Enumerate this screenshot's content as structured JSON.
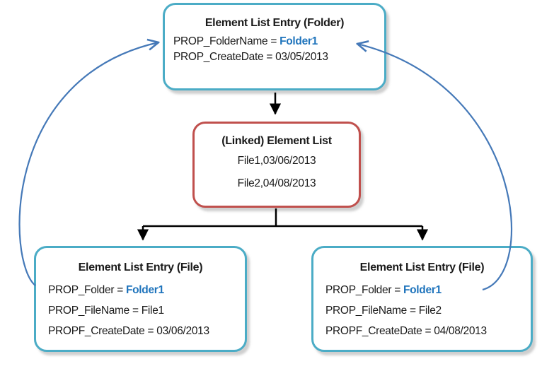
{
  "colors": {
    "teal_border": "#4BACC6",
    "red_border": "#C0504D",
    "connector_blue": "#4579B8",
    "highlight_blue": "#1F74BC",
    "connector_black": "#000000"
  },
  "nodes": {
    "folder_entry": {
      "title": "Element List Entry (Folder)",
      "props": [
        {
          "label": "PROP_FolderName = ",
          "value": "Folder1"
        },
        {
          "label": "PROP_CreateDate = 03/05/2013",
          "value": ""
        }
      ]
    },
    "linked_element_list": {
      "title": "(Linked) Element List",
      "rows": [
        "File1,03/06/2013",
        "File2,04/08/2013"
      ]
    },
    "file_entry_1": {
      "title": "Element List Entry (File)",
      "props": [
        {
          "label": "PROP_Folder = ",
          "value": "Folder1"
        },
        {
          "label": "PROP_FileName = File1",
          "value": ""
        },
        {
          "label": "PROPF_CreateDate = 03/06/2013",
          "value": ""
        }
      ]
    },
    "file_entry_2": {
      "title": "Element List Entry (File)",
      "props": [
        {
          "label": "PROP_Folder = ",
          "value": "Folder1"
        },
        {
          "label": "PROP_FileName = File2",
          "value": ""
        },
        {
          "label": "PROPF_CreateDate = 04/08/2013",
          "value": ""
        }
      ]
    }
  }
}
